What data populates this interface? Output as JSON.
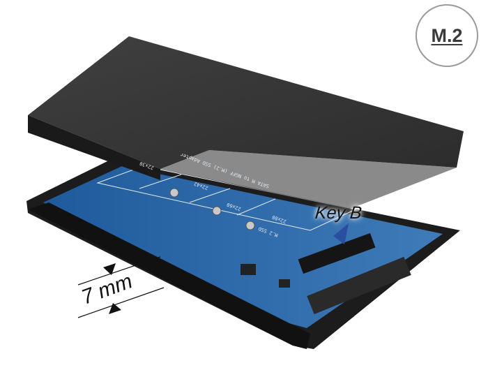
{
  "badge": {
    "label": "M.2"
  },
  "callouts": {
    "key": "Key B",
    "thickness": "7 mm"
  },
  "pcb_silkscreen": {
    "title": "SATA M to NGFF (M.2) SSD Adapter",
    "s1": "22x30",
    "s2": "22x42",
    "s3": "22x60",
    "s4": "22x80",
    "name": "M.2 SSD"
  },
  "colors": {
    "cover": "#2b2b2b",
    "frame": "#1c1c1c",
    "pcb": "#2f6aa8",
    "pointer": "#2a4fa0"
  }
}
